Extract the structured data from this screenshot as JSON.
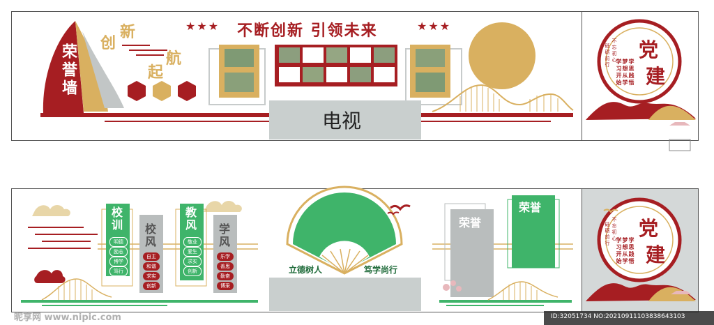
{
  "colors": {
    "red": "#a61e22",
    "gold": "#d9b060",
    "green": "#3fb46a",
    "gray": "#b9bdbd",
    "lightgray": "#d4d8d8",
    "cream": "#e8dcc8"
  },
  "top": {
    "sail_text": "荣誉墙",
    "cluster": [
      "创",
      "新",
      "起",
      "航"
    ],
    "banner": "不断创新 引领未来",
    "stars_left": "★★★",
    "stars_right": "★★★",
    "tv_label": "电视"
  },
  "party": {
    "title_a": "党",
    "title_b": "建",
    "small_a": "不忘初心",
    "small_b": "砥砺前行",
    "col1": "学思践悟",
    "col2": "梦想从学",
    "col3": "学习开始"
  },
  "bottom": {
    "g1_title": "校训",
    "g1_items": [
      "明德",
      "励志",
      "博学",
      "笃行"
    ],
    "g2_title": "校风",
    "g2_items": [
      "自主",
      "和谐",
      "求实",
      "创新"
    ],
    "g3_title": "教风",
    "g3_items": [
      "敬业",
      "爱生",
      "求实",
      "创新"
    ],
    "g4_title": "学风",
    "g4_items": [
      "乐学",
      "善思",
      "勤奋",
      "博采"
    ],
    "fan_left": "立德树人",
    "fan_right": "笃学尚行",
    "honor_a": "荣誉",
    "honor_b": "荣誉"
  },
  "watermark": {
    "left": "昵享网 www.nipic.com",
    "right": "ID:32051734 NO:20210911103838643103"
  }
}
